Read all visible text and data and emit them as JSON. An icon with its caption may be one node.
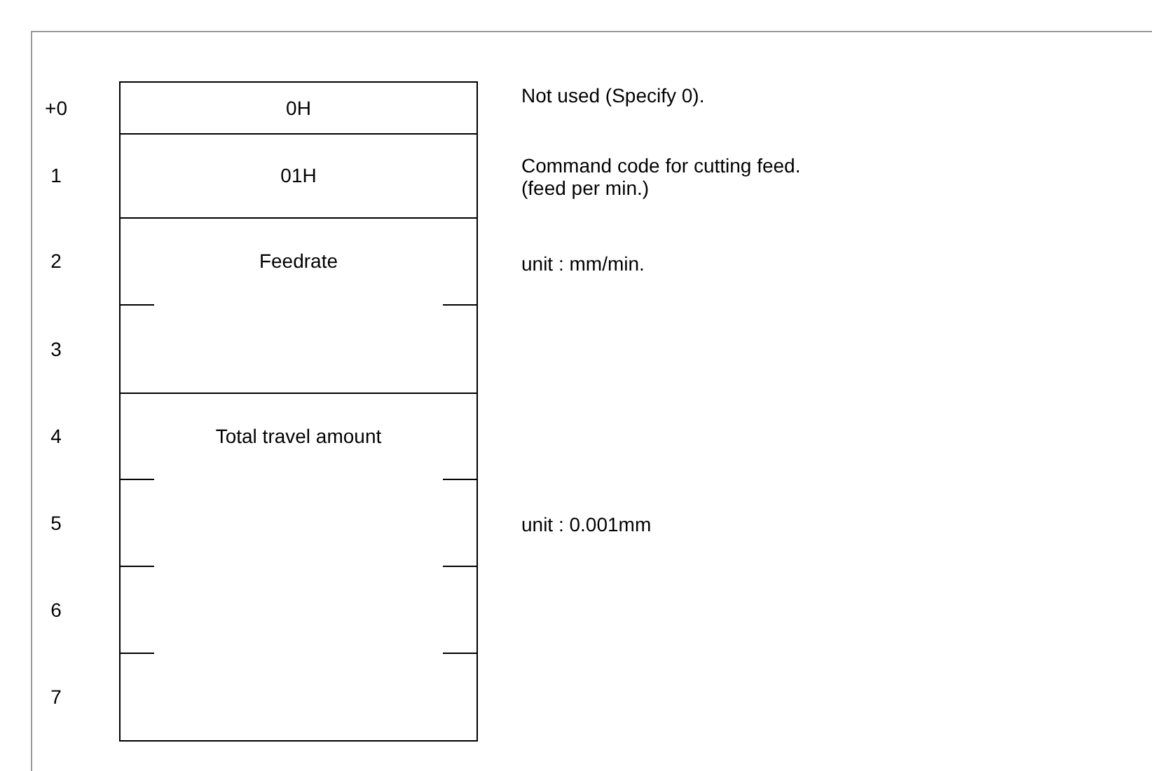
{
  "diagram": {
    "nodes": [
      {
        "text": [
          "0H"
        ],
        "beside": [
          "+0",
          "Not used (Specify 0)."
        ]
      },
      {
        "text": [
          "01H"
        ],
        "beside": [
          "1",
          "Command code for cutting feed. (feed per min.)"
        ]
      },
      {
        "text": [
          "Feedrate"
        ],
        "beside": [
          "2",
          "3",
          "unit : mm/min."
        ]
      },
      {
        "text": [
          "Total travel amount"
        ],
        "beside": [
          "4",
          "5",
          "6",
          "7",
          "unit : 0.001mm"
        ]
      }
    ]
  }
}
